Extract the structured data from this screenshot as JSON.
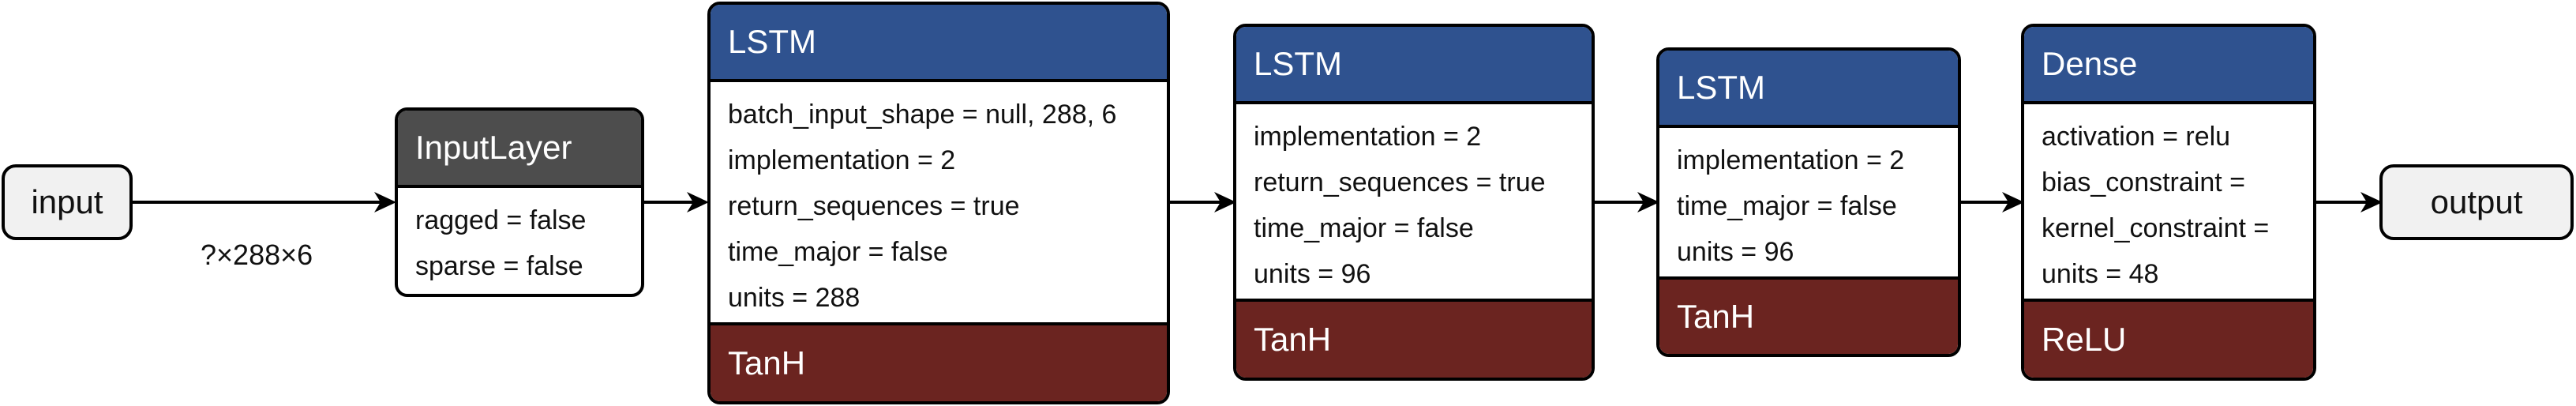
{
  "colors": {
    "layer_header": "#2f528f",
    "input_layer_header": "#4d4d4d",
    "activation_footer": "#6b2420",
    "io_node_fill": "#f1f1f1",
    "stroke": "#000000"
  },
  "nodes": {
    "input": {
      "label": "input"
    },
    "output": {
      "label": "output"
    }
  },
  "edges": {
    "input_shape": "?×288×6"
  },
  "layers": [
    {
      "type": "InputLayer",
      "params": [
        "ragged = false",
        "sparse = false"
      ],
      "activation": ""
    },
    {
      "type": "LSTM",
      "params": [
        "batch_input_shape = null, 288, 6",
        "implementation = 2",
        "return_sequences = true",
        "time_major = false",
        "units = 288"
      ],
      "activation": "TanH"
    },
    {
      "type": "LSTM",
      "params": [
        "implementation = 2",
        "return_sequences = true",
        "time_major = false",
        "units = 96"
      ],
      "activation": "TanH"
    },
    {
      "type": "LSTM",
      "params": [
        "implementation = 2",
        "time_major = false",
        "units = 96"
      ],
      "activation": "TanH"
    },
    {
      "type": "Dense",
      "params": [
        "activation = relu",
        "bias_constraint =",
        "kernel_constraint =",
        "units = 48"
      ],
      "activation": "ReLU"
    }
  ]
}
